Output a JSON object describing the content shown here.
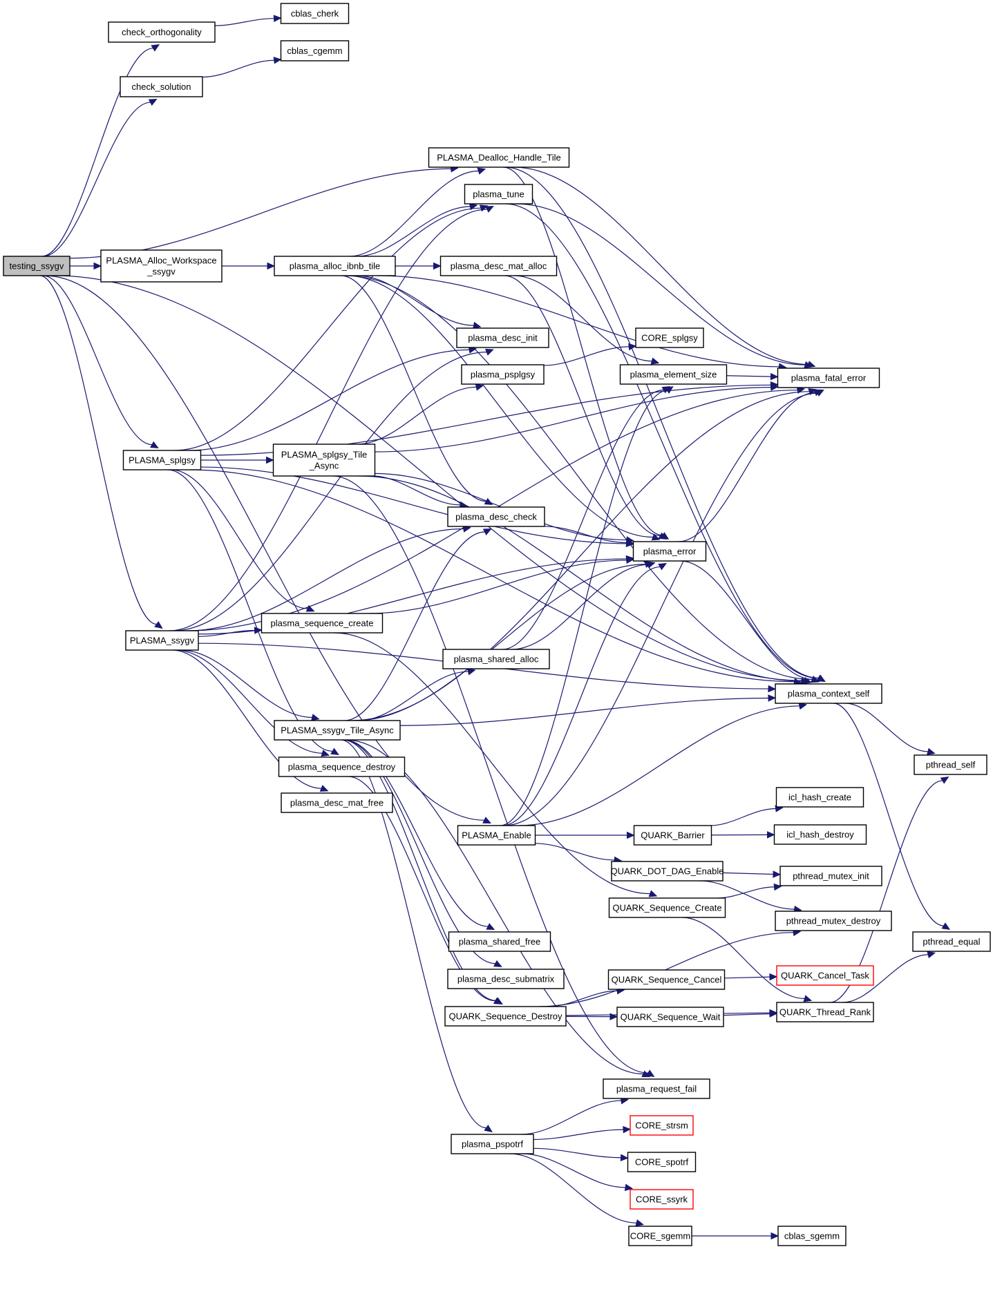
{
  "diagram": {
    "type": "call-graph",
    "root": "testing_ssygv",
    "colors": {
      "edge": "#191970",
      "node_border": "#000000",
      "root_fill": "#bfbfbf",
      "truncated_border": "#ff0000"
    },
    "nodes": [
      {
        "id": "testing_ssygv",
        "label": [
          "testing_ssygv"
        ],
        "style": "root"
      },
      {
        "id": "check_orthogonality",
        "label": [
          "check_orthogonality"
        ]
      },
      {
        "id": "cblas_cherk",
        "label": [
          "cblas_cherk"
        ]
      },
      {
        "id": "check_solution",
        "label": [
          "check_solution"
        ]
      },
      {
        "id": "cblas_cgemm",
        "label": [
          "cblas_cgemm"
        ]
      },
      {
        "id": "PLASMA_Dealloc_Handle_Tile",
        "label": [
          "PLASMA_Dealloc_Handle_Tile"
        ]
      },
      {
        "id": "plasma_tune",
        "label": [
          "plasma_tune"
        ]
      },
      {
        "id": "PLASMA_Alloc_Workspace_ssygv",
        "label": [
          "PLASMA_Alloc_Workspace",
          "_ssygv"
        ]
      },
      {
        "id": "plasma_alloc_ibnb_tile",
        "label": [
          "plasma_alloc_ibnb_tile"
        ]
      },
      {
        "id": "plasma_desc_mat_alloc",
        "label": [
          "plasma_desc_mat_alloc"
        ]
      },
      {
        "id": "plasma_desc_init",
        "label": [
          "plasma_desc_init"
        ]
      },
      {
        "id": "CORE_splgsy",
        "label": [
          "CORE_splgsy"
        ]
      },
      {
        "id": "plasma_psplgsy",
        "label": [
          "plasma_psplgsy"
        ]
      },
      {
        "id": "plasma_element_size",
        "label": [
          "plasma_element_size"
        ]
      },
      {
        "id": "plasma_fatal_error",
        "label": [
          "plasma_fatal_error"
        ]
      },
      {
        "id": "PLASMA_splgsy",
        "label": [
          "PLASMA_splgsy"
        ]
      },
      {
        "id": "PLASMA_splgsy_Tile_Async",
        "label": [
          "PLASMA_splgsy_Tile",
          "_Async"
        ]
      },
      {
        "id": "plasma_desc_check",
        "label": [
          "plasma_desc_check"
        ]
      },
      {
        "id": "plasma_error",
        "label": [
          "plasma_error"
        ]
      },
      {
        "id": "PLASMA_ssygv",
        "label": [
          "PLASMA_ssygv"
        ]
      },
      {
        "id": "plasma_sequence_create",
        "label": [
          "plasma_sequence_create"
        ]
      },
      {
        "id": "plasma_shared_alloc",
        "label": [
          "plasma_shared_alloc"
        ]
      },
      {
        "id": "plasma_context_self",
        "label": [
          "plasma_context_self"
        ]
      },
      {
        "id": "PLASMA_ssygv_Tile_Async",
        "label": [
          "PLASMA_ssygv_Tile_Async"
        ]
      },
      {
        "id": "plasma_sequence_destroy",
        "label": [
          "plasma_sequence_destroy"
        ]
      },
      {
        "id": "pthread_self",
        "label": [
          "pthread_self"
        ]
      },
      {
        "id": "plasma_desc_mat_free",
        "label": [
          "plasma_desc_mat_free"
        ]
      },
      {
        "id": "icl_hash_create",
        "label": [
          "icl_hash_create"
        ]
      },
      {
        "id": "PLASMA_Enable",
        "label": [
          "PLASMA_Enable"
        ]
      },
      {
        "id": "QUARK_Barrier",
        "label": [
          "QUARK_Barrier"
        ]
      },
      {
        "id": "icl_hash_destroy",
        "label": [
          "icl_hash_destroy"
        ]
      },
      {
        "id": "QUARK_DOT_DAG_Enable",
        "label": [
          "QUARK_DOT_DAG_Enable"
        ]
      },
      {
        "id": "pthread_mutex_init",
        "label": [
          "pthread_mutex_init"
        ]
      },
      {
        "id": "QUARK_Sequence_Create",
        "label": [
          "QUARK_Sequence_Create"
        ]
      },
      {
        "id": "pthread_mutex_destroy",
        "label": [
          "pthread_mutex_destroy"
        ]
      },
      {
        "id": "plasma_shared_free",
        "label": [
          "plasma_shared_free"
        ]
      },
      {
        "id": "pthread_equal",
        "label": [
          "pthread_equal"
        ]
      },
      {
        "id": "QUARK_Sequence_Cancel",
        "label": [
          "QUARK_Sequence_Cancel"
        ]
      },
      {
        "id": "QUARK_Cancel_Task",
        "label": [
          "QUARK_Cancel_Task"
        ],
        "style": "truncated"
      },
      {
        "id": "plasma_desc_submatrix",
        "label": [
          "plasma_desc_submatrix"
        ]
      },
      {
        "id": "QUARK_Sequence_Destroy",
        "label": [
          "QUARK_Sequence_Destroy"
        ]
      },
      {
        "id": "QUARK_Sequence_Wait",
        "label": [
          "QUARK_Sequence_Wait"
        ]
      },
      {
        "id": "QUARK_Thread_Rank",
        "label": [
          "QUARK_Thread_Rank"
        ]
      },
      {
        "id": "plasma_request_fail",
        "label": [
          "plasma_request_fail"
        ]
      },
      {
        "id": "CORE_strsm",
        "label": [
          "CORE_strsm"
        ],
        "style": "truncated"
      },
      {
        "id": "plasma_pspotrf",
        "label": [
          "plasma_pspotrf"
        ]
      },
      {
        "id": "CORE_spotrf",
        "label": [
          "CORE_spotrf"
        ]
      },
      {
        "id": "CORE_ssyrk",
        "label": [
          "CORE_ssyrk"
        ],
        "style": "truncated"
      },
      {
        "id": "CORE_sgemm",
        "label": [
          "CORE_sgemm"
        ]
      },
      {
        "id": "cblas_sgemm",
        "label": [
          "cblas_sgemm"
        ]
      }
    ],
    "edges": [
      [
        "testing_ssygv",
        "check_orthogonality"
      ],
      [
        "testing_ssygv",
        "check_solution"
      ],
      [
        "testing_ssygv",
        "PLASMA_Dealloc_Handle_Tile"
      ],
      [
        "testing_ssygv",
        "PLASMA_Alloc_Workspace_ssygv"
      ],
      [
        "testing_ssygv",
        "PLASMA_splgsy"
      ],
      [
        "testing_ssygv",
        "PLASMA_ssygv"
      ],
      [
        "testing_ssygv",
        "PLASMA_Enable"
      ],
      [
        "testing_ssygv",
        "plasma_context_self"
      ],
      [
        "check_orthogonality",
        "cblas_cherk"
      ],
      [
        "check_solution",
        "cblas_cgemm"
      ],
      [
        "PLASMA_Dealloc_Handle_Tile",
        "plasma_fatal_error"
      ],
      [
        "PLASMA_Dealloc_Handle_Tile",
        "plasma_context_self"
      ],
      [
        "PLASMA_Dealloc_Handle_Tile",
        "plasma_error"
      ],
      [
        "plasma_tune",
        "plasma_fatal_error"
      ],
      [
        "plasma_tune",
        "plasma_context_self"
      ],
      [
        "PLASMA_Alloc_Workspace_ssygv",
        "plasma_alloc_ibnb_tile"
      ],
      [
        "plasma_alloc_ibnb_tile",
        "plasma_tune"
      ],
      [
        "plasma_alloc_ibnb_tile",
        "plasma_desc_mat_alloc"
      ],
      [
        "plasma_alloc_ibnb_tile",
        "plasma_desc_init"
      ],
      [
        "plasma_alloc_ibnb_tile",
        "plasma_desc_check"
      ],
      [
        "plasma_alloc_ibnb_tile",
        "plasma_error"
      ],
      [
        "plasma_alloc_ibnb_tile",
        "plasma_fatal_error"
      ],
      [
        "plasma_alloc_ibnb_tile",
        "plasma_context_self"
      ],
      [
        "plasma_alloc_ibnb_tile",
        "PLASMA_Dealloc_Handle_Tile"
      ],
      [
        "plasma_desc_mat_alloc",
        "plasma_element_size"
      ],
      [
        "plasma_desc_mat_alloc",
        "plasma_error"
      ],
      [
        "plasma_psplgsy",
        "CORE_splgsy"
      ],
      [
        "plasma_element_size",
        "plasma_fatal_error"
      ],
      [
        "PLASMA_splgsy",
        "PLASMA_splgsy_Tile_Async"
      ],
      [
        "PLASMA_splgsy",
        "plasma_tune"
      ],
      [
        "PLASMA_splgsy",
        "plasma_desc_init"
      ],
      [
        "PLASMA_splgsy",
        "plasma_fatal_error"
      ],
      [
        "PLASMA_splgsy",
        "plasma_error"
      ],
      [
        "PLASMA_splgsy",
        "plasma_sequence_create"
      ],
      [
        "PLASMA_splgsy",
        "plasma_sequence_destroy"
      ],
      [
        "PLASMA_splgsy",
        "plasma_context_self"
      ],
      [
        "PLASMA_splgsy_Tile_Async",
        "plasma_psplgsy"
      ],
      [
        "PLASMA_splgsy_Tile_Async",
        "plasma_desc_check"
      ],
      [
        "PLASMA_splgsy_Tile_Async",
        "plasma_error"
      ],
      [
        "PLASMA_splgsy_Tile_Async",
        "plasma_fatal_error"
      ],
      [
        "PLASMA_splgsy_Tile_Async",
        "plasma_context_self"
      ],
      [
        "PLASMA_splgsy_Tile_Async",
        "plasma_request_fail"
      ],
      [
        "plasma_desc_check",
        "plasma_error"
      ],
      [
        "plasma_error",
        "plasma_fatal_error"
      ],
      [
        "plasma_error",
        "plasma_context_self"
      ],
      [
        "PLASMA_ssygv",
        "plasma_sequence_create"
      ],
      [
        "PLASMA_ssygv",
        "plasma_desc_check"
      ],
      [
        "PLASMA_ssygv",
        "plasma_error"
      ],
      [
        "PLASMA_ssygv",
        "PLASMA_ssygv_Tile_Async"
      ],
      [
        "PLASMA_ssygv",
        "plasma_sequence_destroy"
      ],
      [
        "PLASMA_ssygv",
        "plasma_desc_mat_free"
      ],
      [
        "PLASMA_ssygv",
        "plasma_tune"
      ],
      [
        "PLASMA_ssygv",
        "plasma_desc_init"
      ],
      [
        "PLASMA_ssygv",
        "plasma_fatal_error"
      ],
      [
        "PLASMA_ssygv",
        "plasma_context_self"
      ],
      [
        "plasma_sequence_create",
        "plasma_error"
      ],
      [
        "plasma_sequence_create",
        "QUARK_Sequence_Create"
      ],
      [
        "plasma_shared_alloc",
        "plasma_element_size"
      ],
      [
        "plasma_shared_alloc",
        "plasma_error"
      ],
      [
        "plasma_context_self",
        "pthread_self"
      ],
      [
        "plasma_context_self",
        "pthread_equal"
      ],
      [
        "PLASMA_ssygv_Tile_Async",
        "plasma_shared_alloc"
      ],
      [
        "PLASMA_ssygv_Tile_Async",
        "plasma_desc_check"
      ],
      [
        "PLASMA_ssygv_Tile_Async",
        "plasma_error"
      ],
      [
        "PLASMA_ssygv_Tile_Async",
        "plasma_context_self"
      ],
      [
        "PLASMA_ssygv_Tile_Async",
        "plasma_fatal_error"
      ],
      [
        "PLASMA_ssygv_Tile_Async",
        "plasma_shared_free"
      ],
      [
        "PLASMA_ssygv_Tile_Async",
        "plasma_desc_submatrix"
      ],
      [
        "PLASMA_ssygv_Tile_Async",
        "QUARK_Sequence_Destroy"
      ],
      [
        "PLASMA_ssygv_Tile_Async",
        "plasma_pspotrf"
      ],
      [
        "PLASMA_ssygv_Tile_Async",
        "plasma_request_fail"
      ],
      [
        "plasma_sequence_destroy",
        "QUARK_Sequence_Destroy"
      ],
      [
        "PLASMA_Enable",
        "QUARK_Barrier"
      ],
      [
        "PLASMA_Enable",
        "QUARK_DOT_DAG_Enable"
      ],
      [
        "PLASMA_Enable",
        "plasma_error"
      ],
      [
        "PLASMA_Enable",
        "plasma_fatal_error"
      ],
      [
        "PLASMA_Enable",
        "plasma_context_self"
      ],
      [
        "PLASMA_Enable",
        "plasma_element_size"
      ],
      [
        "QUARK_Barrier",
        "icl_hash_create"
      ],
      [
        "QUARK_Barrier",
        "icl_hash_destroy"
      ],
      [
        "QUARK_DOT_DAG_Enable",
        "pthread_mutex_init"
      ],
      [
        "QUARK_DOT_DAG_Enable",
        "pthread_mutex_destroy"
      ],
      [
        "QUARK_Sequence_Create",
        "pthread_mutex_init"
      ],
      [
        "QUARK_Sequence_Create",
        "QUARK_Thread_Rank"
      ],
      [
        "QUARK_Sequence_Cancel",
        "QUARK_Cancel_Task"
      ],
      [
        "QUARK_Sequence_Destroy",
        "QUARK_Sequence_Cancel"
      ],
      [
        "QUARK_Sequence_Destroy",
        "QUARK_Sequence_Wait"
      ],
      [
        "QUARK_Sequence_Destroy",
        "QUARK_Thread_Rank"
      ],
      [
        "QUARK_Sequence_Destroy",
        "pthread_mutex_destroy"
      ],
      [
        "QUARK_Sequence_Wait",
        "QUARK_Thread_Rank"
      ],
      [
        "QUARK_Thread_Rank",
        "pthread_self"
      ],
      [
        "QUARK_Thread_Rank",
        "pthread_equal"
      ],
      [
        "plasma_pspotrf",
        "plasma_request_fail"
      ],
      [
        "plasma_pspotrf",
        "CORE_strsm"
      ],
      [
        "plasma_pspotrf",
        "CORE_spotrf"
      ],
      [
        "plasma_pspotrf",
        "CORE_ssyrk"
      ],
      [
        "plasma_pspotrf",
        "CORE_sgemm"
      ],
      [
        "CORE_sgemm",
        "cblas_sgemm"
      ]
    ]
  }
}
